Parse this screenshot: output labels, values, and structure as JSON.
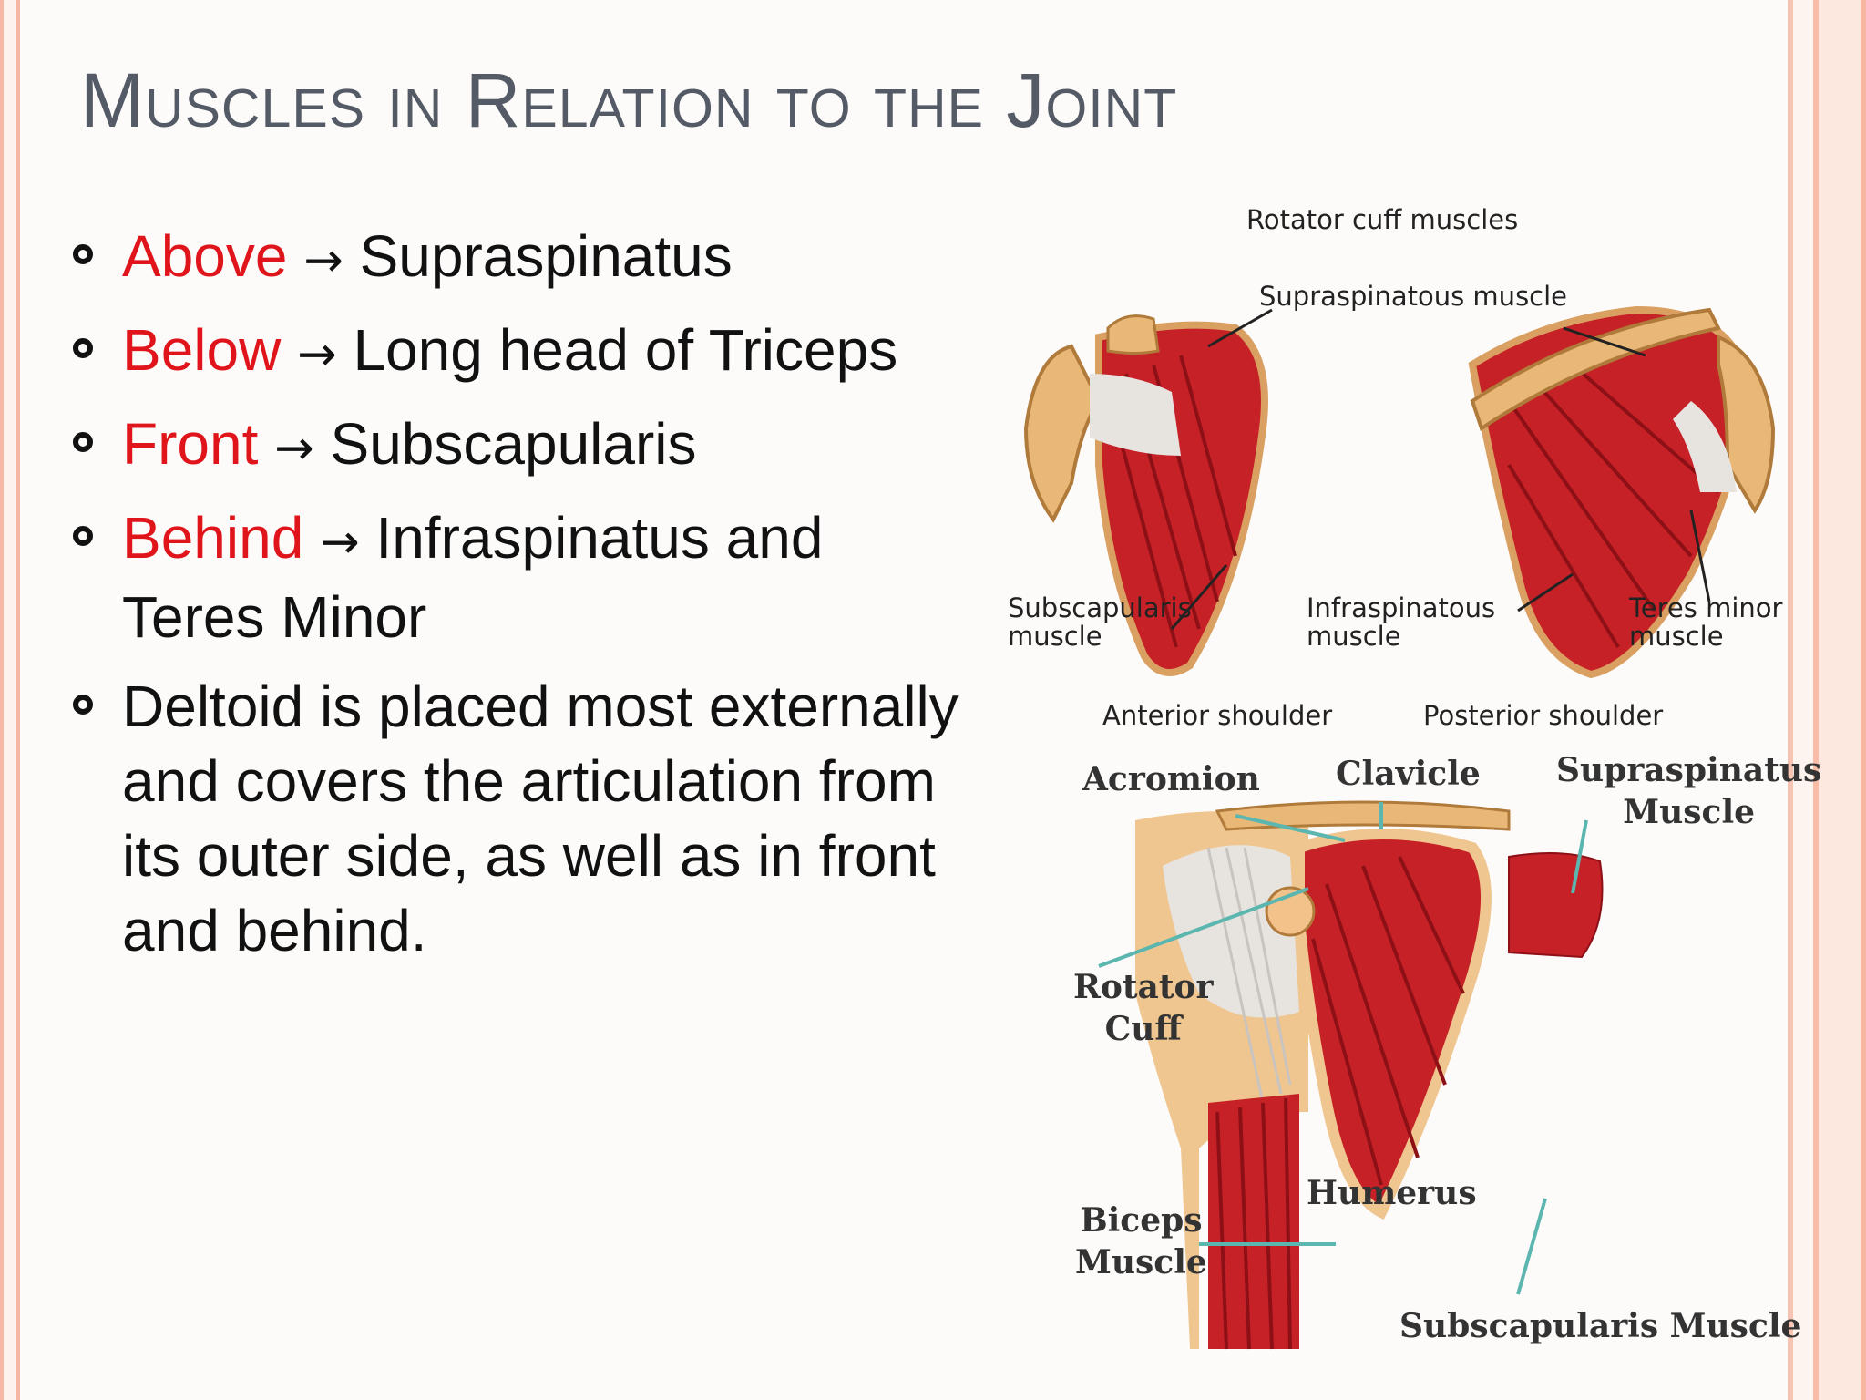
{
  "slide": {
    "title": "Muscles in Relation to the Joint",
    "arrow": "→",
    "bullets": [
      {
        "key": "Above",
        "rest": "Supraspinatus"
      },
      {
        "key": "Below",
        "rest": "Long head of Triceps"
      },
      {
        "key": "Front",
        "rest": "Subscapularis"
      },
      {
        "key": "Behind",
        "rest": "Infraspinatus and Teres Minor"
      },
      {
        "key": "",
        "rest": "Deltoid  is placed most externally and covers the articulation from its outer side, as well as in front and behind."
      }
    ]
  },
  "figure": {
    "heading": "Rotator cuff muscles",
    "supraspinatous": "Supraspinatous muscle",
    "subscapularis_1": "Subscapularis",
    "subscapularis_2": "muscle",
    "infraspinatous_1": "Infraspinatous",
    "infraspinatous_2": "muscle",
    "teres_1": "Teres minor",
    "teres_2": "muscle",
    "anterior": "Anterior shoulder",
    "posterior": "Posterior shoulder",
    "acromion": "Acromion",
    "clavicle": "Clavicle",
    "supraspinatus_1": "Supraspinatus",
    "supraspinatus_2": "Muscle",
    "rotator_1": "Rotator",
    "rotator_2": "Cuff",
    "biceps_1": "Biceps",
    "biceps_2": "Muscle",
    "humerus": "Humerus",
    "subscapularis_muscle": "Subscapularis Muscle"
  },
  "colors": {
    "accent_red": "#e0141b",
    "title_gray": "#545b66",
    "muscle_red": "#c62127",
    "bone": "#e9b877",
    "tendon": "#e7e3df"
  }
}
